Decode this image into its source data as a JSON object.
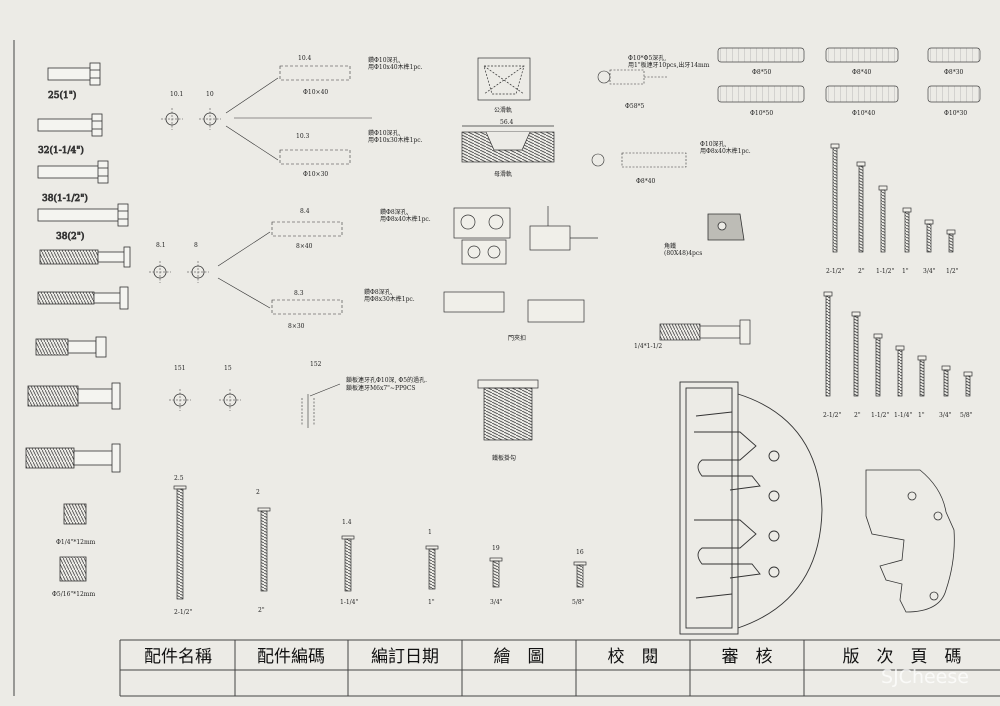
{
  "bolts": [
    {
      "label": "25(1\")"
    },
    {
      "label": "32(1-1/4\")"
    },
    {
      "label": "38(1-1/2\")"
    },
    {
      "label": "38(2\")"
    }
  ],
  "drill_groups": [
    {
      "a": "10.1",
      "b": "10",
      "top": {
        "num": "10.4",
        "note1": "鑽Φ10深孔,",
        "note2": "用Φ10x40木榫1pc.",
        "dim": "Φ10×40"
      },
      "bottom": {
        "num": "10.3",
        "note1": "鑽Φ10深孔,",
        "note2": "用Φ10x30木榫1pc.",
        "dim": "Φ10×30"
      }
    },
    {
      "a": "8.1",
      "b": "8",
      "top": {
        "num": "8.4",
        "note1": "鑽Φ8深孔,",
        "note2": "用Φ8x40木榫1pc.",
        "dim": "8×40"
      },
      "bottom": {
        "num": "8.3",
        "note1": "鑽Φ8深孔,",
        "note2": "用Φ8x30木榫1pc.",
        "dim": "8×30"
      }
    }
  ],
  "group15": {
    "a": "151",
    "b": "15",
    "c": "152",
    "note1": "鎖板連牙孔Φ10深, Φ5的過孔.",
    "note2": "鎖板連牙M6x7\"~PP9CS"
  },
  "rails": {
    "male": "公滑軌",
    "female": "母滑軌",
    "dim": "56.4"
  },
  "dowel_notes": {
    "a1": "Φ10*Φ5深孔,",
    "a2": "用1\"板連牙10pcs,出牙14mm",
    "a3": "Φ58*5",
    "b1": "Φ10深孔,",
    "b2": "用Φ8x40木榫1pc.",
    "b3": "Φ8*40"
  },
  "dowels_top": [
    "Φ8*50",
    "Φ8*40",
    "Φ8*30"
  ],
  "dowels_bottom": [
    "Φ10*50",
    "Φ10*40",
    "Φ10*30"
  ],
  "tag": {
    "label": "角鐵",
    "sub": "(80X48)4pcs"
  },
  "door_hinge": "門夾扣",
  "hanger": "鐵板掛勾",
  "bolt_small": "1/4*1-1/2",
  "nuts": [
    "Φ1/4\"*12mm",
    "Φ5/16\"*12mm"
  ],
  "screws_row1": [
    "2-1/2\"",
    "2\"",
    "1-1/2\"",
    "1\"",
    "3/4\"",
    "1/2\""
  ],
  "screws_row2": [
    "2-1/2\"",
    "2\"",
    "1-1/2\"",
    "1-1/4\"",
    "1\"",
    "3/4\"",
    "5/8\""
  ],
  "wood_screws": [
    {
      "num": "2.5",
      "size": "2-1/2\""
    },
    {
      "num": "2",
      "size": "2\""
    },
    {
      "num": "1.4",
      "size": "1-1/4\""
    },
    {
      "num": "1",
      "size": "1\""
    },
    {
      "num": "19",
      "size": "3/4\""
    },
    {
      "num": "16",
      "size": "5/8\""
    }
  ],
  "title_block": [
    "配件名稱",
    "配件編碼",
    "編訂日期",
    "繪　圖",
    "校　閱",
    "審　核",
    "版　次　頁　碼"
  ],
  "watermark": "SJCheese"
}
